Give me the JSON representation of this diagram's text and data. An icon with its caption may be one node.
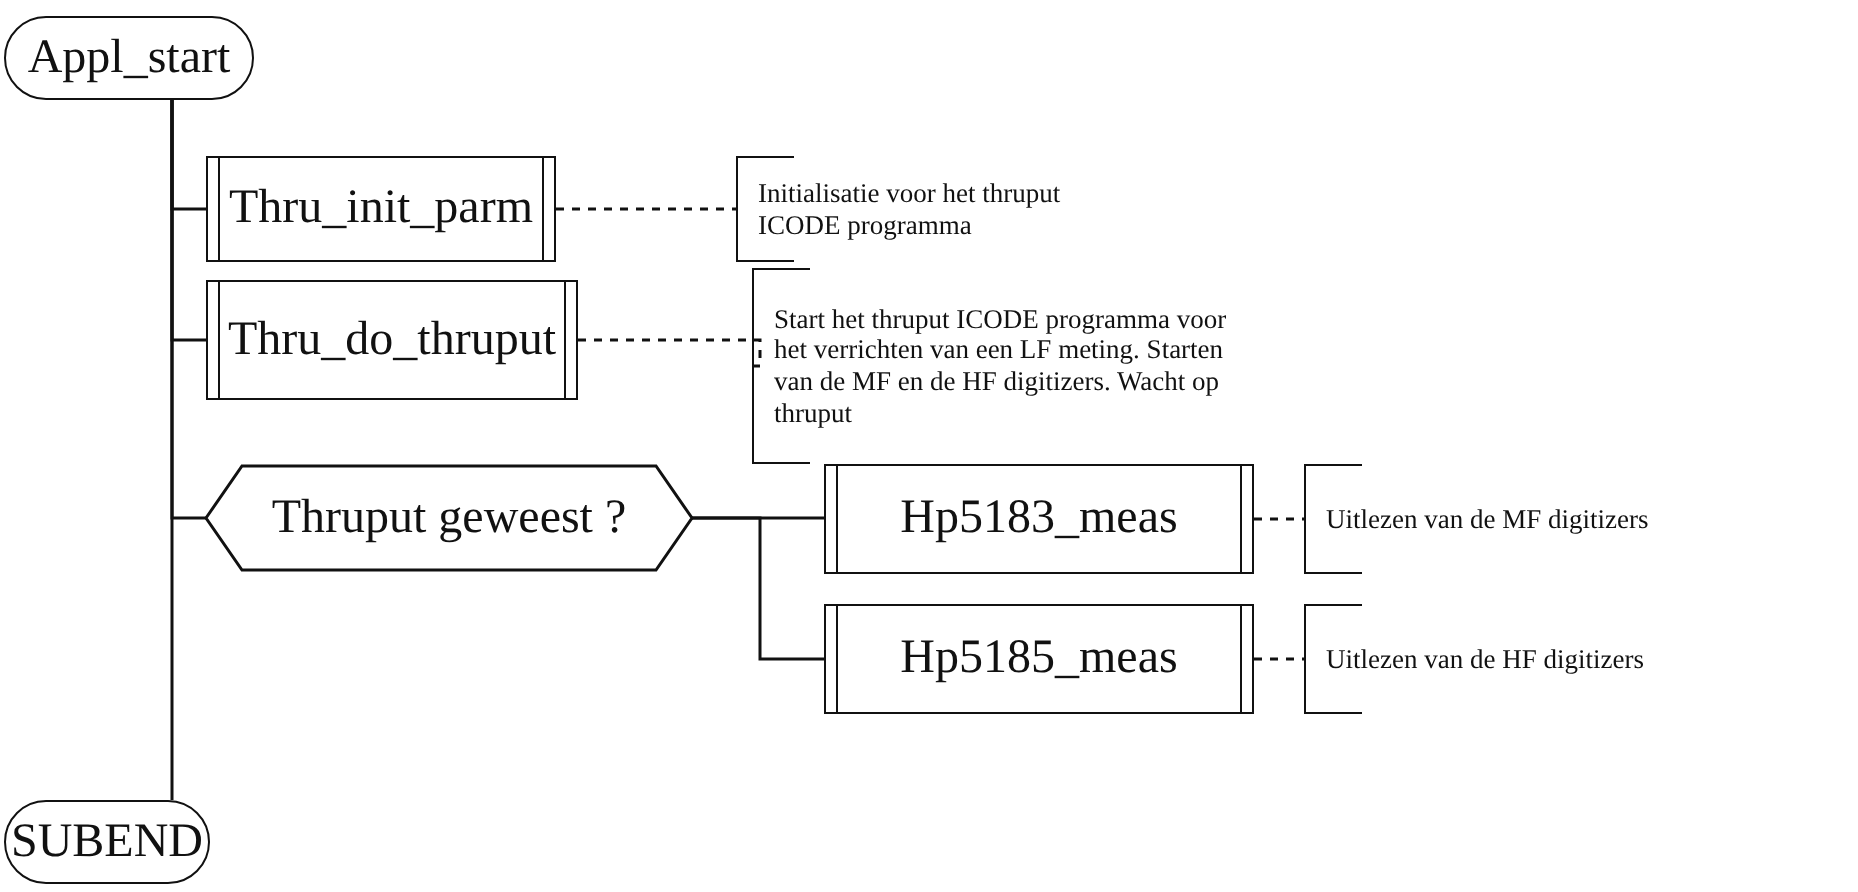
{
  "diagram": {
    "nodes": [
      {
        "text": [
          "Appl_start"
        ]
      },
      {
        "text": [
          "Thru_init_parm"
        ]
      },
      {
        "text": [
          "Initialisatie voor het thruput ICODE programma"
        ]
      },
      {
        "text": [
          "Thru_do_thruput"
        ]
      },
      {
        "text": [
          "Start het thruput ICODE programma voor het verrichten van een LF meting. Starten van de MF en de HF digitizers. Wacht op thruput"
        ]
      },
      {
        "text": [
          "Thruput geweest ?"
        ]
      },
      {
        "text": [
          "Hp5183_meas"
        ]
      },
      {
        "text": [
          "Uitlezen van de MF digitizers"
        ]
      },
      {
        "text": [
          "Hp5185_meas"
        ]
      },
      {
        "text": [
          "Uitlezen van de HF digitizers"
        ]
      },
      {
        "text": [
          "SUBEND"
        ]
      }
    ],
    "edges": [
      {
        "from": 0,
        "to": 1,
        "arrow": "none"
      },
      {
        "from": 0,
        "to": 3,
        "arrow": "none"
      },
      {
        "from": 0,
        "to": 5,
        "arrow": "none"
      },
      {
        "from": 0,
        "to": 10,
        "arrow": "none"
      },
      {
        "from": 1,
        "to": 2,
        "arrow": "none",
        "style": "dashed"
      },
      {
        "from": 3,
        "to": 4,
        "arrow": "none",
        "style": "dashed"
      },
      {
        "from": 5,
        "to": 6,
        "arrow": "none"
      },
      {
        "from": 5,
        "to": 8,
        "arrow": "none"
      },
      {
        "from": 6,
        "to": 7,
        "arrow": "none",
        "style": "dashed"
      },
      {
        "from": 8,
        "to": 9,
        "arrow": "none",
        "style": "dashed"
      }
    ]
  }
}
